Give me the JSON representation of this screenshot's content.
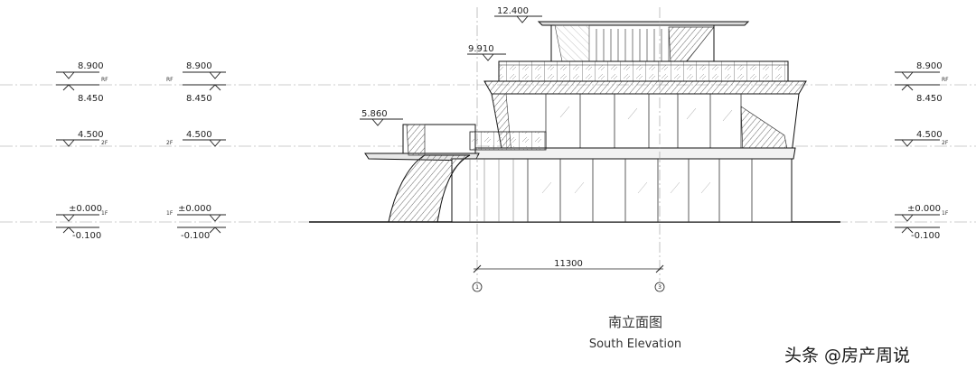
{
  "levels": {
    "roof_top": "12.400",
    "roof_deck": "9.910",
    "rf_upper": "8.900",
    "rf_lower": "8.450",
    "mid_roof": "5.860",
    "second": "4.500",
    "ground": "±0.000",
    "grade": "-0.100"
  },
  "floors": {
    "rf": "RF",
    "second": "2F",
    "first": "1F"
  },
  "dimension": "11300",
  "grid_axes": {
    "left": "1",
    "right": "3"
  },
  "caption": {
    "zh": "南立面图",
    "en": "South Elevation"
  },
  "watermark": "头条 @房产周说"
}
